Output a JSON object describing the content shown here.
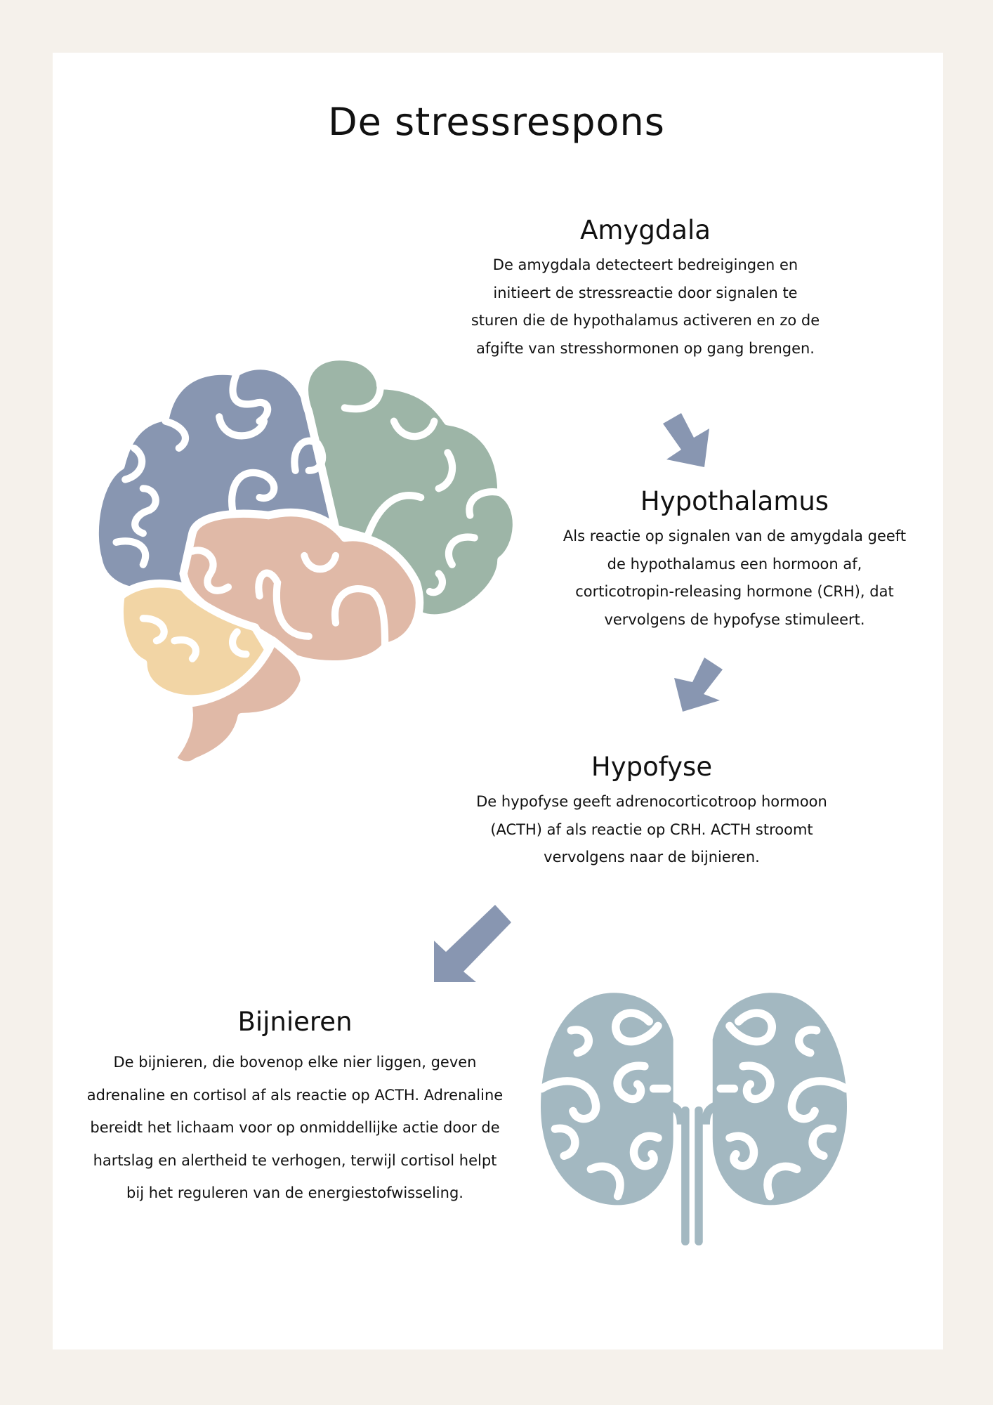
{
  "title": "De stressrespons",
  "sections": {
    "amygdala": {
      "heading": "Amygdala",
      "body": "De amygdala detecteert bedreigingen en initieert de stressreactie door signalen te sturen die de hypothalamus activeren en zo de afgifte van stresshormonen op gang brengen."
    },
    "hypothalamus": {
      "heading": "Hypothalamus",
      "body": "Als reactie op signalen van de amygdala geeft de hypothalamus een hormoon af, corticotropin-releasing hormone (CRH), dat vervolgens de hypofyse stimuleert."
    },
    "hypofyse": {
      "heading": "Hypofyse",
      "body": "De hypofyse geeft adrenocorticotroop hormoon (ACTH) af als reactie op CRH. ACTH stroomt vervolgens naar de bijnieren."
    },
    "bijnieren": {
      "heading": "Bijnieren",
      "body": "De bijnieren, die bovenop elke nier liggen, geven adrenaline en cortisol af als reactie op ACTH. Adrenaline bereidt het lichaam voor op onmiddellijke actie door de hartslag en alertheid te verhogen, terwijl cortisol helpt bij het reguleren van de energiestofwisseling."
    }
  },
  "colors": {
    "background": "#f5f1eb",
    "arrow": "#8896b1",
    "brain_blue": "#8896b1",
    "brain_green": "#9db5a7",
    "brain_pink": "#e0b9a7",
    "brain_yellow": "#f2d5a5",
    "kidney": "#a3b8c1"
  }
}
